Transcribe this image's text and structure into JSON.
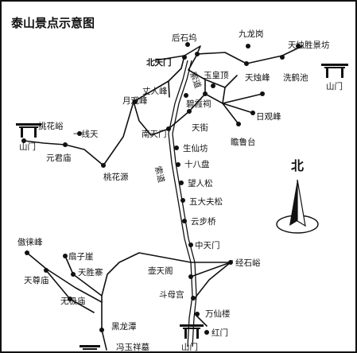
{
  "map": {
    "title": "泰山景点示意图",
    "north_label": "北",
    "road_label": "索道",
    "colors": {
      "ink": "#111111",
      "background": "#ffffff"
    },
    "places": {
      "houshiwu": "后石坞",
      "jiulonggang": "九龙岗",
      "tianzhusheng": "天烛胜景坊",
      "beitianmen": "北天门",
      "yuhuangding": "玉皇顶",
      "tianzhufeng": "天烛峰",
      "xihechi": "洗鹤池",
      "zhangrenfeng": "丈人峰",
      "yueguanfeng": "月观峰",
      "bixiaci": "碧霞祠",
      "riguanfeng": "日观峰",
      "tiaohuayu": "挑花峪",
      "yixiantian": "一线天",
      "nantianmen": "南天门",
      "tianjie": "天街",
      "zhanlutai": "瞻鲁台",
      "yuanjunmiao": "元君庙",
      "shengxianfang": "生仙坊",
      "shibapan": "十八盘",
      "taohuayuan": "桃花源",
      "wangrensong": "望人松",
      "wudafusong": "五大夫松",
      "yunbuqiao": "云步桥",
      "aolaifeng": "傲徕峰",
      "shanziya": "扇子崖",
      "zhongtianmen": "中天门",
      "jingshiyu": "经石峪",
      "tianzunmiao": "天尊庙",
      "tianshengzhai": "天胜寨",
      "hutiange": "壶天阁",
      "wujimiao": "无极庙",
      "doumugong": "斗母宫",
      "wanxianlou": "万仙楼",
      "heilongtan": "黑龙潭",
      "hongmen": "红门",
      "fengyuxiangmu": "冯玉祥墓"
    },
    "gates": {
      "gate_ne": "山门",
      "gate_w": "山门",
      "gate_s": "山门"
    }
  }
}
